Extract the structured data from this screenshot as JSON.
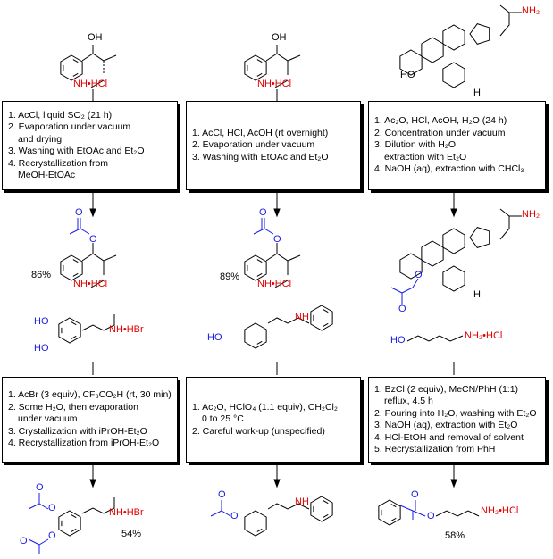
{
  "columns": [
    {
      "starting_material": {
        "oh": "OH",
        "amine": "NH•HCl"
      },
      "conditions": [
        "1. AcCl, liquid SO₂ (21 h)",
        "2. Evaporation under vacuum",
        "and drying",
        "3. Washing with EtOAc and Et₂O",
        "4. Recrystallization from",
        "MeOH-EtOAc"
      ],
      "product": {
        "amine": "NH•HCl",
        "ester_o": "O",
        "carbonyl_o": "O",
        "yield": "86%"
      }
    },
    {
      "starting_material": {
        "oh": "OH",
        "amine": "NH•HCl"
      },
      "conditions": [
        "1. AcCl, HCl, AcOH (rt overnight)",
        "2. Evaporation under vacuum",
        "3. Washing with EtOAc and Et₂O"
      ],
      "product": {
        "amine": "NH•HCl",
        "ester_o": "O",
        "carbonyl_o": "O",
        "yield": "89%"
      }
    },
    {
      "starting_material": {
        "oh": "HO",
        "amine": "NH₂",
        "h": "H"
      },
      "conditions": [
        "1. Ac₂O, HCl, AcOH, H₂O (24 h)",
        "2. Concentration under vacuum",
        "3. Dilution with H₂O,",
        "extraction with Et₂O",
        "4. NaOH (aq), extraction with CHCl₃"
      ],
      "product": {
        "amine": "NH₂",
        "ester_o": "O",
        "carbonyl_o": "O",
        "h": "H"
      }
    }
  ],
  "row2": [
    {
      "starting_material": {
        "oh1": "HO",
        "oh2": "HO",
        "amine": "NH•HBr"
      },
      "conditions": [
        "1. AcBr (3 equiv), CF₃CO₂H (rt, 30 min)",
        "2. Some H₂O, then evaporation",
        "under vacuum",
        "3. Crystallization with iPrOH-Et₂O",
        "4. Recrystallization from iPrOH-Et₂O"
      ],
      "product": {
        "amine": "NH•HBr",
        "o1": "O",
        "o2": "O",
        "o3": "O",
        "o4": "O",
        "yield": "54%"
      }
    },
    {
      "starting_material": {
        "oh": "HO",
        "amine": "NH"
      },
      "conditions": [
        "1. Ac₂O, HClO₄ (1.1 equiv), CH₂Cl₂",
        "0 to 25 °C",
        "2. Careful work-up (unspecified)"
      ],
      "product": {
        "amine": "NH",
        "o1": "O",
        "o2": "O"
      }
    },
    {
      "starting_material": {
        "oh": "HO",
        "amine": "NH₂•HCl"
      },
      "conditions": [
        "1. BzCl (2 equiv), MeCN/PhH (1:1)",
        "reflux, 4.5 h",
        "2. Pouring into H₂O, washing with Et₂O",
        "3. NaOH (aq), extraction with Et₂O",
        "4. HCl-EtOH and removal of solvent",
        "5. Recrystallization from PhH"
      ],
      "product": {
        "amine": "NH₂•HCl",
        "o1": "O",
        "o2": "O",
        "yield": "58%"
      }
    }
  ],
  "colors": {
    "amine": "#e00000",
    "ester": "#1a1ae6",
    "bond": "#000000"
  }
}
